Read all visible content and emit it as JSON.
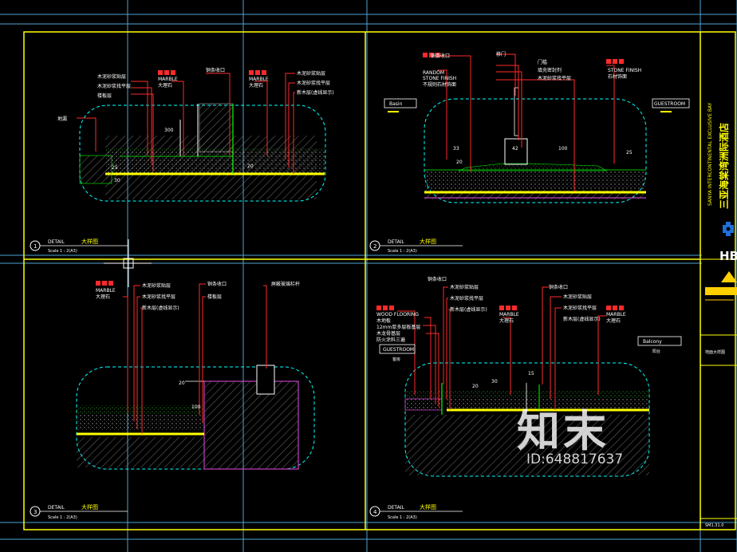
{
  "title_block": {
    "project_en": "SANYA INTERCONTINENTAL EXCLUSIVE BAY",
    "project_cn": "三亚海棠湾洲际酒店",
    "logo_text": "HB",
    "sheet_cn": "地面大样图",
    "sheet_no": "SM1.31.0"
  },
  "panels": [
    {
      "num": "1",
      "detail": "DETAIL",
      "title_cn": "大样图",
      "scale": "Scale 1 : 2(A3)",
      "labels": {
        "drain": "地漏",
        "marble_a": "MARBLE",
        "marble_a_cn": "大理石",
        "mortar1": "木泥砂浆贴层",
        "mortar2": "木泥砂浆找平层",
        "slab": "楼板层",
        "trim": "铜条收口",
        "marble_b": "MARBLE",
        "marble_b_cn": "大理石",
        "mortar3": "木泥砂浆贴层",
        "mortar4": "木泥砂浆找平层",
        "timber": "新木层(虚线显示)",
        "dim_300": "300",
        "dim_20": "20",
        "dim_25": "25",
        "dim_30": "30"
      }
    },
    {
      "num": "2",
      "detail": "DETAIL",
      "title_cn": "大样图",
      "scale": "Scale 1 : 2(A3)",
      "labels": {
        "trim": "铜条收口",
        "random": "RANDOM",
        "stone": "STONE FINISH",
        "stone_cn": "不规则石材饰面",
        "door": "移门",
        "threshold": "门槛",
        "sealant": "填充密封剂",
        "mortar": "木泥砂浆找平层",
        "stone_r": "STONE FINISH",
        "stone_r_cn": "石材饰面",
        "left_room": "Basin",
        "right_room": "GUESTROOM",
        "dim_33": "33",
        "dim_42": "42",
        "dim_100": "100",
        "dim_25": "25",
        "dim_20": "20"
      }
    },
    {
      "num": "3",
      "detail": "DETAIL",
      "title_cn": "大样图",
      "scale": "Scale 1 : 2(A3)",
      "labels": {
        "marble": "MARBLE",
        "marble_cn": "大理石",
        "mortar1": "木泥砂浆贴层",
        "mortar2": "木泥砂浆找平层",
        "timber": "新木层(虚线显示)",
        "trim": "铜条收口",
        "slab": "楼板层",
        "rail": "屏蔽玻璃栏杆",
        "dim_20": "20",
        "dim_100": "100"
      }
    },
    {
      "num": "4",
      "detail": "DETAIL",
      "title_cn": "大样图",
      "scale": "Scale 1 : 2(A3)",
      "labels": {
        "trim": "铜条收口",
        "mortar1": "木泥砂浆贴层",
        "mortar2": "木泥砂浆找平层",
        "timber": "新木层(虚线显示)",
        "wood": "WOOD FLOORING",
        "wood_cn": "木地板",
        "ply": "12mm厚多层板基层",
        "keel": "木龙骨基层",
        "fire": "防火涂料三遍",
        "guestroom": "GUESTROOM",
        "guestroom_cn": "客房",
        "marble_a": "MARBLE",
        "marble_a_cn": "大理石",
        "marble_b": "MARBLE",
        "marble_b_cn": "大理石",
        "balcony": "Balcony",
        "balcony_cn": "阳台",
        "dim_20": "20",
        "dim_30": "30",
        "dim_15": "15"
      }
    }
  ],
  "watermark": {
    "main": "知末",
    "id": "ID:648817637"
  },
  "colors": {
    "frame": "#ffff00",
    "grid": "#4ea3d6",
    "cyan": "#00ffff",
    "leader": "#ff2a2a",
    "hatch": "#9a9a9a",
    "green": "#00c000",
    "magenta": "#c040c0",
    "white": "#ffffff"
  }
}
